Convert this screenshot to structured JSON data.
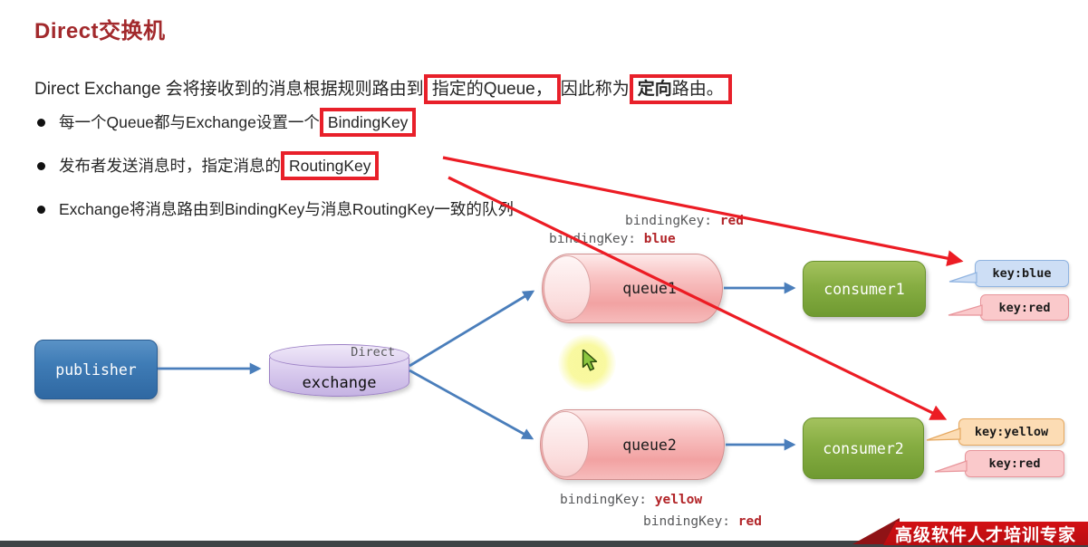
{
  "header": {
    "title": "Direct交换机"
  },
  "intro": {
    "pre": "Direct Exchange 会将接收到的消息根据规则路由到",
    "highlight1": "指定的Queue，",
    "mid": "因此称为",
    "highlight2_bold": "定向",
    "highlight2_tail": "路由。"
  },
  "bullets": {
    "b1": {
      "pre": "每一个Queue都与Exchange设置一个",
      "boxed": "BindingKey"
    },
    "b2": {
      "pre": "发布者发送消息时，指定消息的",
      "boxed": "RoutingKey"
    },
    "b3": {
      "text": "Exchange将消息路由到BindingKey与消息RoutingKey一致的队列"
    }
  },
  "diagram": {
    "publisher": {
      "label": "publisher"
    },
    "exchange": {
      "type_label": "Direct",
      "label": "exchange"
    },
    "queue1": {
      "label": "queue1"
    },
    "queue2": {
      "label": "queue2"
    },
    "consumer1": {
      "label": "consumer1"
    },
    "consumer2": {
      "label": "consumer2"
    },
    "bindings": {
      "q1_red": {
        "name": "bindingKey: ",
        "value": "red"
      },
      "q1_blue": {
        "name": "bindingKey: ",
        "value": "blue"
      },
      "q2_yellow": {
        "name": "bindingKey: ",
        "value": "yellow"
      },
      "q2_red": {
        "name": "bindingKey: ",
        "value": "red"
      }
    },
    "tags": {
      "blue": {
        "label": "key:blue"
      },
      "red1": {
        "label": "key:red"
      },
      "yellow": {
        "label": "key:yellow"
      },
      "red2": {
        "label": "key:red"
      }
    }
  },
  "footer": {
    "slogan": "高级软件人才培训专家"
  },
  "colors": {
    "title_red": "#a2292c",
    "annotation_red": "#ec1c24",
    "publisher_blue": "#3f7cb6",
    "exchange_purple": "#d6c7ec",
    "queue_pink": "#f9c6c6",
    "consumer_green": "#86ad42",
    "arrow_blue": "#4a7ebb",
    "tag_blue_bg": "#cddef5",
    "tag_red_bg": "#fac9cb",
    "tag_yellow_bg": "#fcdcb4",
    "binding_value_red": "#b22428",
    "banner_red": "#c50f12"
  }
}
